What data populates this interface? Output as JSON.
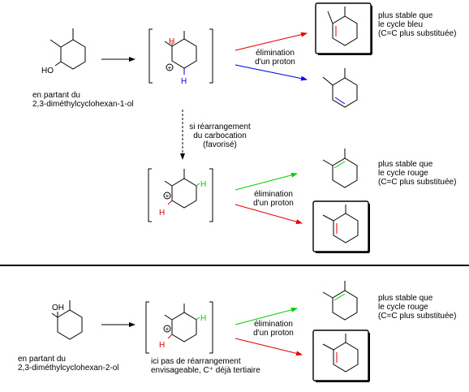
{
  "top": {
    "start_label": [
      "en partant du",
      "2,3-diméthylcyclohexan-1-ol"
    ],
    "oh": "HO",
    "h_red": "H",
    "h_blue": "H",
    "plus": "+",
    "elim": [
      "élimination",
      "d'un proton"
    ],
    "note": [
      "plus stable que",
      "le cycle bleu",
      "(C=C plus substituée)"
    ]
  },
  "mid": {
    "rearr": [
      "si réarrangement",
      "du carbocation",
      "(favorisé)"
    ],
    "h_green": "H",
    "h_red": "H",
    "plus": "+",
    "elim": [
      "élimination",
      "d'un proton"
    ],
    "note": [
      "plus stable que",
      "le cycle rouge",
      "(C=C plus substituée)"
    ]
  },
  "bottom": {
    "oh": "OH",
    "start_label": [
      "en partant du",
      "2,3-diméthylcyclohexan-2-ol"
    ],
    "h_green": "H",
    "h_red": "H",
    "plus": "+",
    "elim": [
      "élimination",
      "d'un proton"
    ],
    "no_rearr": [
      "ici pas de réarrangement",
      "envisageable, C⁺ déjà tertiaire"
    ],
    "note": [
      "plus stable que",
      "le cycle rouge",
      "(C=C plus substituée)"
    ]
  },
  "colors": {
    "red": "#e00000",
    "blue": "#0000e0",
    "green": "#00d000",
    "black": "#000000"
  }
}
